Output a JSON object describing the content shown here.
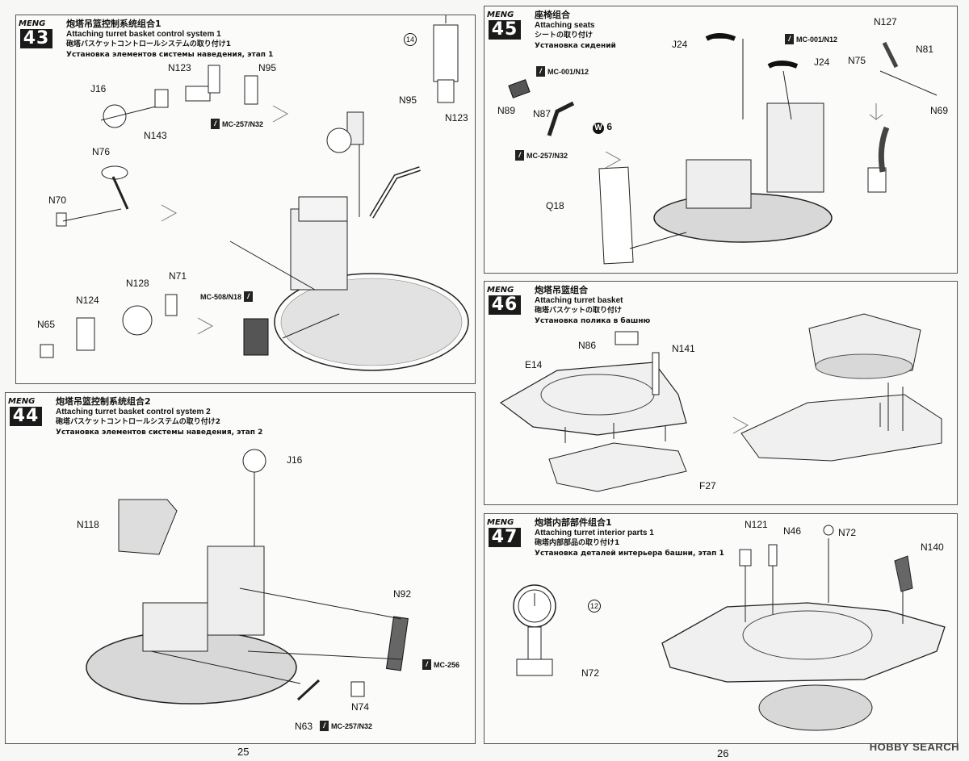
{
  "steps": [
    {
      "num": "43",
      "zh": "炮塔吊篮控制系统组合1",
      "en": "Attaching turret basket control system 1",
      "jp": "砲塔バスケットコントロールシステムの取り付け1",
      "ru": "Установка элементов системы наведения, этап 1"
    },
    {
      "num": "44",
      "zh": "炮塔吊篮控制系统组合2",
      "en": "Attaching turret basket control system  2",
      "jp": "砲塔バスケットコントロールシステムの取り付け2",
      "ru": "Установка элементов системы наведения, этап 2"
    },
    {
      "num": "45",
      "zh": "座椅组合",
      "en": "Attaching seats",
      "jp": "シートの取り付け",
      "ru": "Установка сидений"
    },
    {
      "num": "46",
      "zh": "炮塔吊篮组合",
      "en": "Attaching turret basket",
      "jp": "砲塔バスケットの取り付け",
      "ru": "Установка полика в башню"
    },
    {
      "num": "47",
      "zh": "炮塔内部部件组合1",
      "en": "Attaching turret interior parts 1",
      "jp": "砲塔内部部品の取り付け1",
      "ru": "Установка деталей интерьера башни, этап 1"
    }
  ],
  "brand": "MENG",
  "labels43": {
    "j16": "J16",
    "n123a": "N123",
    "n95a": "N95",
    "n143": "N143",
    "n76": "N76",
    "n70": "N70",
    "n128": "N128",
    "n71": "N71",
    "n124": "N124",
    "n65": "N65",
    "n95b": "N95",
    "n123b": "N123",
    "circ14": "14"
  },
  "paints43": {
    "p1": "MC-257/N32",
    "p2": "MC-508/N18"
  },
  "labels44": {
    "j16": "J16",
    "n118": "N118",
    "n92": "N92",
    "n74": "N74",
    "n63": "N63"
  },
  "paints44": {
    "p1": "MC-256",
    "p2": "MC-257/N32"
  },
  "labels45": {
    "j24a": "J24",
    "j24b": "J24",
    "n127": "N127",
    "n75": "N75",
    "n81": "N81",
    "n69": "N69",
    "n89": "N89",
    "n87": "N87",
    "q18": "Q18",
    "w6": "W",
    "w6n": "6"
  },
  "paints45": {
    "p1": "MC-001/N12",
    "p2": "MC-001/N12",
    "p3": "MC-257/N32"
  },
  "labels46": {
    "n86": "N86",
    "n141": "N141",
    "e14": "E14",
    "f27": "F27"
  },
  "labels47": {
    "n121": "N121",
    "n46": "N46",
    "n72a": "N72",
    "n140": "N140",
    "n72b": "N72",
    "circ12": "12"
  },
  "pages": {
    "left": "25",
    "right": "26"
  },
  "watermark": "HOBBY SEARCH"
}
